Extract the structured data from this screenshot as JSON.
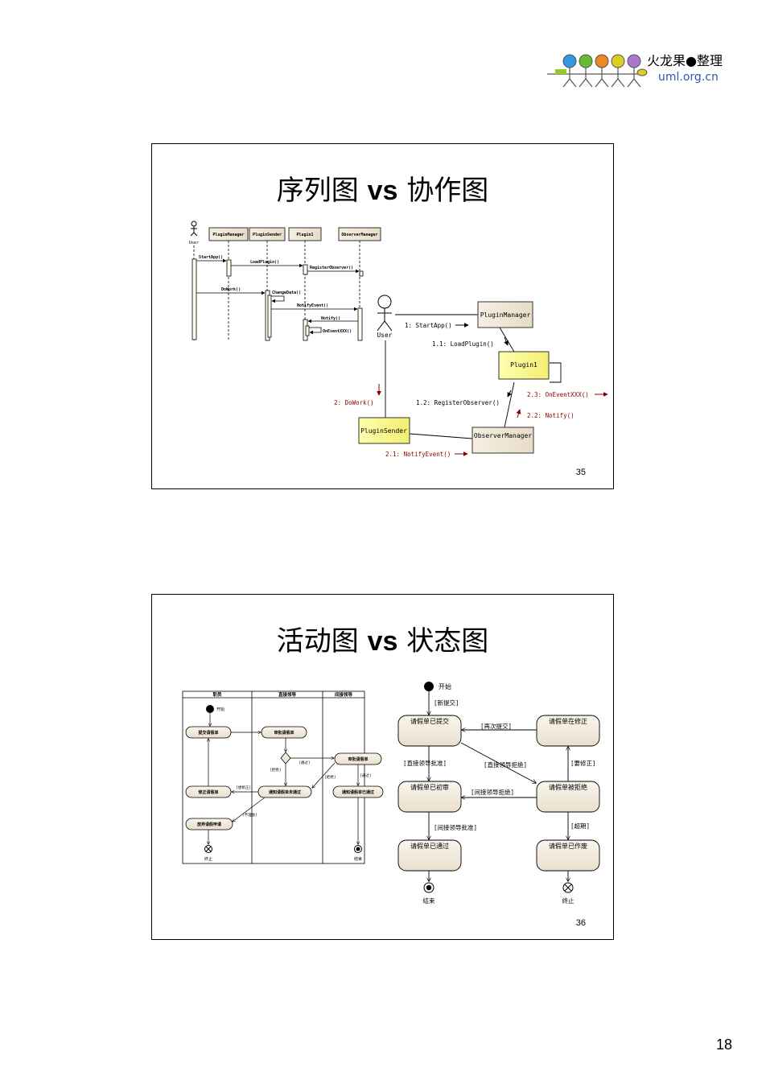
{
  "logo": {
    "brand": "火龙果●整理",
    "url": "uml.org.cn"
  },
  "page_number": "18",
  "slide1": {
    "title_left": "序列图",
    "title_vs": "vs",
    "title_right": "协作图",
    "number": "35",
    "sequence": {
      "actor": "User",
      "lifelines": [
        "PluginManager",
        "PluginSender",
        "Plugin1",
        "ObserverManager"
      ],
      "messages": [
        "StartApp()",
        "LoadPlugin()",
        "RegisterObserver()",
        "DoWork()",
        "ChangeData()",
        "NotifyEvent()",
        "Notify()",
        "OnEventXXX()"
      ]
    },
    "collaboration": {
      "actor": "User",
      "objects": {
        "plugin_manager": "PluginManager",
        "plugin1": "Plugin1",
        "plugin_sender": "PluginSender",
        "observer_manager": "ObserverManager"
      },
      "messages": {
        "m1": "1: StartApp()",
        "m11": "1.1: LoadPlugin()",
        "m12": "1.2: RegisterObserver()",
        "m2": "2: DoWork()",
        "m21": "2.1: NotifyEvent()",
        "m22": "2.2: Notify()",
        "m23": "2.3: OnEventXXX()"
      }
    }
  },
  "slide2": {
    "title_left": "活动图",
    "title_vs": "vs",
    "title_right": "状态图",
    "number": "36",
    "activity": {
      "lanes": [
        "职员",
        "直接领导",
        "间接领导"
      ],
      "start": "开始",
      "nodes": [
        "提交请假单",
        "审批请假单",
        "审批请假单",
        "修正请假单",
        "通知请假单未通过",
        "通知请假单已通过",
        "放弃请假申请"
      ],
      "guards": [
        "[通过]",
        "[拒绝]",
        "[拒绝]",
        "[通过]",
        "[想修正]",
        "[不理会]"
      ],
      "end_terminate": "终止",
      "end_final": "结束"
    },
    "state": {
      "start": "开始",
      "states": {
        "submitted": "请假单已提交",
        "correcting": "请假单在修正",
        "first_review": "请假单已初审",
        "rejected": "请假单被拒绝",
        "approved": "请假单已通过",
        "voided": "请假单已作废"
      },
      "transitions": {
        "new": "[新提交]",
        "resubmit": "[再次提交]",
        "direct_approve": "[直接领导批准]",
        "direct_reject": "[直接领导拒绝]",
        "want_fix": "[要修正]",
        "indirect_reject": "[间接领导拒绝]",
        "indirect_approve": "[间接领导批准]",
        "expired": "[超期]"
      },
      "end_final": "结束",
      "end_terminate": "终止"
    }
  }
}
